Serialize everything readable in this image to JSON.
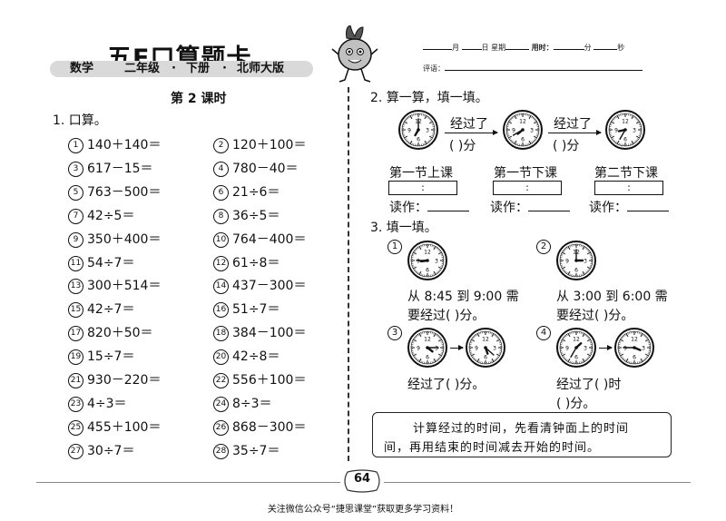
{
  "header": {
    "title": "五E口算题卡",
    "subject": "数学",
    "grade": "二年级",
    "term": "下册",
    "edition": "北师大版",
    "dot": "·",
    "month_label": "月",
    "day_label": "日",
    "weekday_label": "星期",
    "time_used_label": "用时：",
    "minute_label": "分",
    "second_label": "秒",
    "comment_label": "评语："
  },
  "lesson": "第 2 课时",
  "q1": {
    "title": "1. 口算。",
    "problems": [
      {
        "n": "1",
        "expr": "140＋140＝"
      },
      {
        "n": "2",
        "expr": "120＋100＝"
      },
      {
        "n": "3",
        "expr": "617－15＝"
      },
      {
        "n": "4",
        "expr": "780－40＝"
      },
      {
        "n": "5",
        "expr": "763－500＝"
      },
      {
        "n": "6",
        "expr": "21÷6＝"
      },
      {
        "n": "7",
        "expr": "42÷5＝"
      },
      {
        "n": "8",
        "expr": "36÷5＝"
      },
      {
        "n": "9",
        "expr": "350＋400＝"
      },
      {
        "n": "10",
        "expr": "764－400＝"
      },
      {
        "n": "11",
        "expr": "54÷7＝"
      },
      {
        "n": "12",
        "expr": "61÷8＝"
      },
      {
        "n": "13",
        "expr": "300＋514＝"
      },
      {
        "n": "14",
        "expr": "437－300＝"
      },
      {
        "n": "15",
        "expr": "42÷7＝"
      },
      {
        "n": "16",
        "expr": "51÷7＝"
      },
      {
        "n": "17",
        "expr": "820＋50＝"
      },
      {
        "n": "18",
        "expr": "384－100＝"
      },
      {
        "n": "19",
        "expr": "15÷7＝"
      },
      {
        "n": "20",
        "expr": "42÷8＝"
      },
      {
        "n": "21",
        "expr": "930－220＝"
      },
      {
        "n": "22",
        "expr": "556＋100＝"
      },
      {
        "n": "23",
        "expr": "4÷3＝"
      },
      {
        "n": "24",
        "expr": "8÷3＝"
      },
      {
        "n": "25",
        "expr": "455＋100＝"
      },
      {
        "n": "26",
        "expr": "868－300＝"
      },
      {
        "n": "27",
        "expr": "30÷7＝"
      },
      {
        "n": "28",
        "expr": "35÷7＝"
      }
    ]
  },
  "q2": {
    "title": "2. 算一算，填一填。",
    "elapsed_label": "经过了",
    "min_blank": "(    )分",
    "labels": [
      "第一节上课",
      "第一节下课",
      "第二节下课"
    ],
    "colon": ":",
    "read_label": "读作：",
    "clock_times": [
      {
        "h": 7,
        "m": 0
      },
      {
        "h": 7,
        "m": 40
      },
      {
        "h": 8,
        "m": 35
      }
    ]
  },
  "q3": {
    "title": "3. 填一填。",
    "items": [
      {
        "n": "1",
        "line1": "从 8:45 到 9:00 需",
        "line2": "要经过(      )分。"
      },
      {
        "n": "2",
        "line1": "从 3:00 到 6:00 需",
        "line2": "要经过(      )分。"
      },
      {
        "n": "3",
        "line1": "经过了(      )分。"
      },
      {
        "n": "4",
        "line1": "经过了(      )时",
        "line2": "(      )分。"
      }
    ],
    "clock_times": [
      {
        "h": 8,
        "m": 45
      },
      {
        "h": 3,
        "m": 0
      },
      {
        "h": 4,
        "m": 15
      },
      {
        "h": 5,
        "m": 22
      },
      {
        "h": 1,
        "m": 35
      },
      {
        "h": 3,
        "m": 45
      }
    ]
  },
  "tip": {
    "line1": "计算经过的时间，先看清钟面上的时间",
    "line2": "间，再用结束的时间减去开始的时间。"
  },
  "page_number": "64",
  "footer": "关注微信公众号“捷思课堂”获取更多学习资料！",
  "colors": {
    "subbar": "#d9d9d9",
    "mascot": "#c0c0c0",
    "ink": "#111111"
  }
}
